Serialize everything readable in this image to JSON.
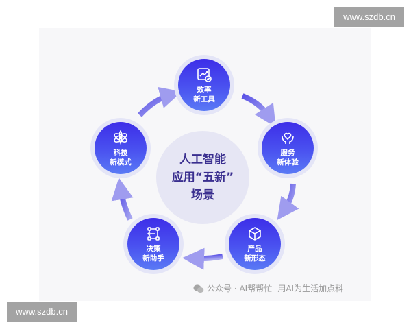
{
  "watermarks": {
    "top": "www.szdb.cn",
    "bottom": "www.szdb.cn"
  },
  "center": {
    "line1": "人工智能",
    "line2": "应用“五新”",
    "line3": "场景"
  },
  "nodes": [
    {
      "id": "efficiency",
      "line1": "效率",
      "line2": "新工具",
      "icon": "chart-check-icon"
    },
    {
      "id": "service",
      "line1": "服务",
      "line2": "新体验",
      "icon": "hands-heart-icon"
    },
    {
      "id": "product",
      "line1": "产品",
      "line2": "新形态",
      "icon": "cube-icon"
    },
    {
      "id": "decision",
      "line1": "决策",
      "line2": "新助手",
      "icon": "flow-nodes-icon"
    },
    {
      "id": "technology",
      "line1": "科技",
      "line2": "新模式",
      "icon": "atom-icon"
    }
  ],
  "footer": {
    "text": "公众号 · AI帮帮忙 -用AI为生活加点料",
    "icon": "wechat-icon"
  },
  "colors": {
    "node_start": "#3d2ee8",
    "node_end": "#5a7af5",
    "center_text": "#3a2f8f",
    "arrow": "#7b74e8",
    "center_bg": "#e6e6f4"
  }
}
